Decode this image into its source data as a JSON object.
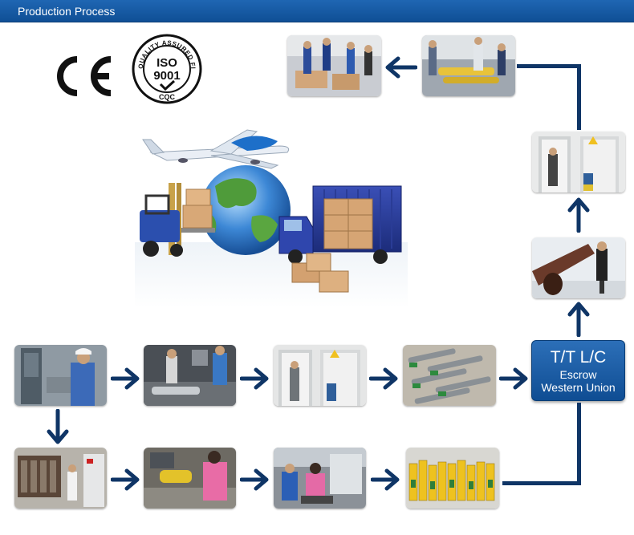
{
  "header": {
    "title": "Production Process"
  },
  "certifications": {
    "ce_mark": "CE",
    "iso": {
      "ring_text": "QUALITY ASSURED FIRM",
      "iso_label": "ISO",
      "number": "9001",
      "cqc_label": "CQC"
    }
  },
  "payment": {
    "line1": "T/T  L/C",
    "line2": "Escrow",
    "line3": "Western Union"
  },
  "colors": {
    "header_blue": "#145ba6",
    "arrow_navy": "#0f3566",
    "payment_blue": "#1d5fa8"
  },
  "icons": [
    "ce-mark-icon",
    "iso-9001-seal-icon",
    "arrow-right-icon",
    "arrow-down-icon",
    "arrow-up-icon",
    "arrow-left-icon"
  ]
}
